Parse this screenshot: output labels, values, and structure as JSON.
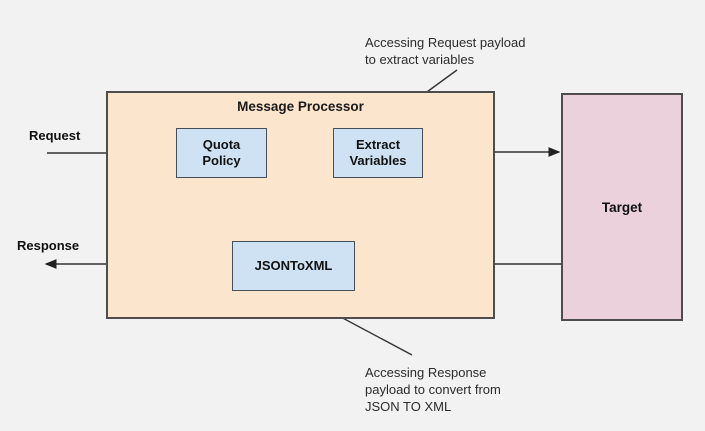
{
  "canvas": {
    "background_color": "#f2f2f2"
  },
  "flow_labels": {
    "request": "Request",
    "response": "Response"
  },
  "processor": {
    "title": "Message Processor",
    "fill_color": "#fce5cd",
    "border_color": "#4d4d4d",
    "nodes": {
      "quota": {
        "label": "Quota\nPolicy"
      },
      "extract": {
        "label": "Extract\nVariables"
      },
      "jsontoxml": {
        "label": "JSONToXML"
      }
    },
    "node_fill_color": "#cfe2f3"
  },
  "target": {
    "label": "Target",
    "fill_color": "#ead1dc"
  },
  "annotations": {
    "top": "Accessing Request payload\nto extract variables",
    "bottom": "Accessing Response\npayload to convert from\nJSON TO XML"
  },
  "connector_color": "#333333"
}
